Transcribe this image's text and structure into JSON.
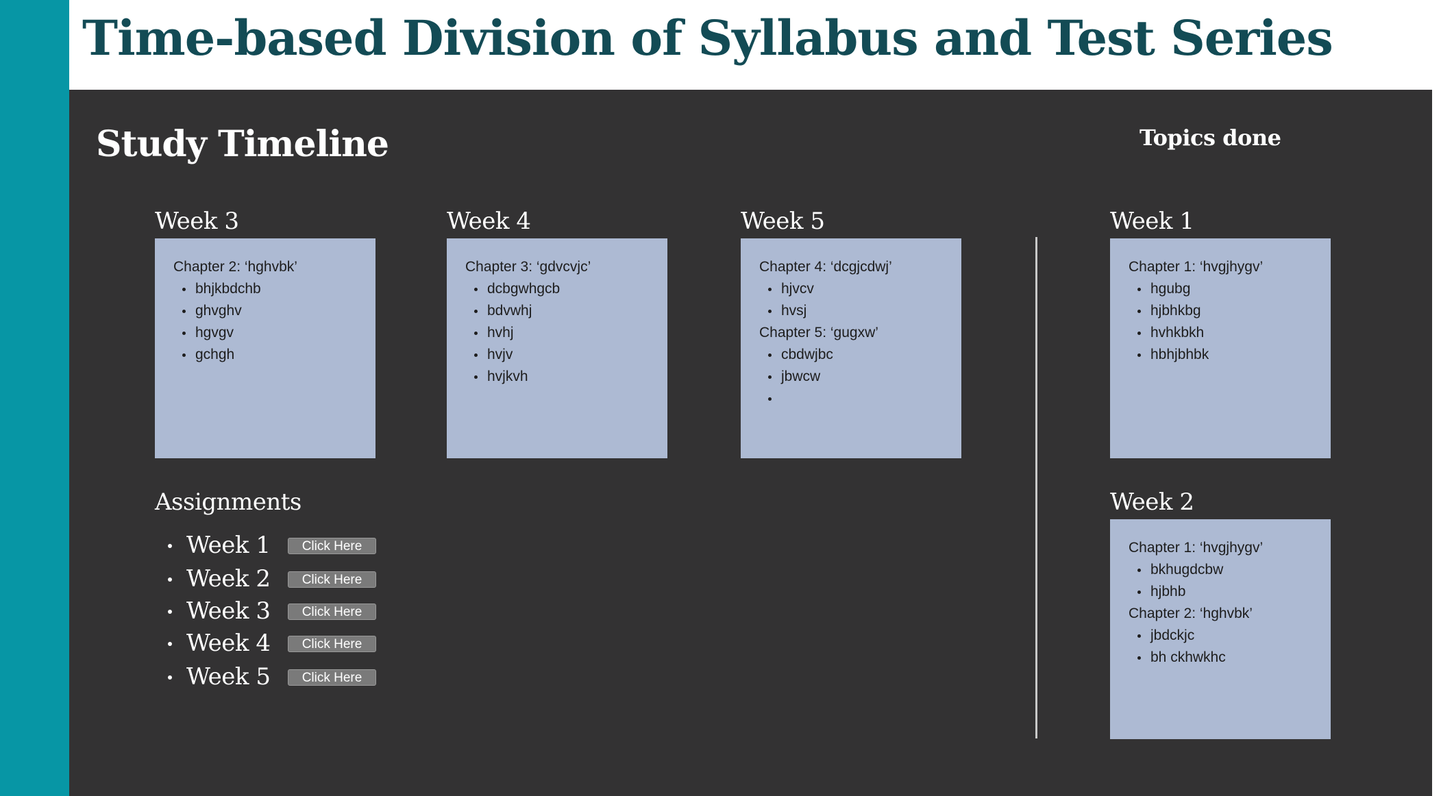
{
  "page": {
    "title": "Time-based Division of Syllabus and Test Series"
  },
  "board": {
    "title": "Study Timeline",
    "topics_done_label": "Topics done",
    "upcoming": [
      {
        "heading": "Week  3",
        "chapters": [
          {
            "title": "Chapter 2: ‘hghvbk’",
            "items": [
              "bhjkbdchb",
              "ghvghv",
              "hgvgv",
              "gchgh"
            ]
          }
        ]
      },
      {
        "heading": "Week  4",
        "chapters": [
          {
            "title": "Chapter 3: ‘gdvcvjc’",
            "items": [
              "dcbgwhgcb",
              "bdvwhj",
              "hvhj",
              "hvjv",
              "hvjkvh"
            ]
          }
        ]
      },
      {
        "heading": "Week 5",
        "chapters": [
          {
            "title": "Chapter 4: ‘dcgjcdwj’",
            "items": [
              "hjvcv",
              "hvsj"
            ]
          },
          {
            "title": "Chapter 5: ‘gugxw’",
            "items": [
              "cbdwjbc",
              "jbwcw",
              ""
            ]
          }
        ]
      }
    ],
    "done": [
      {
        "heading": "Week 1",
        "chapters": [
          {
            "title": "Chapter 1: ‘hvgjhygv’",
            "items": [
              "hgubg",
              "hjbhkbg",
              "hvhkbkh",
              "hbhjbhbk"
            ]
          }
        ]
      },
      {
        "heading": "Week 2",
        "chapters": [
          {
            "title": "Chapter 1: ‘hvgjhygv’",
            "items": [
              "bkhugdcbw",
              "hjbhb"
            ]
          },
          {
            "title": "Chapter 2: ‘hghvbk’",
            "items": [
              "jbdckjc",
              "bh ckhwkhc"
            ]
          }
        ]
      }
    ],
    "assignments": {
      "heading": "Assignments",
      "items": [
        {
          "week": "Week 1",
          "button": "Click Here"
        },
        {
          "week": "Week 2",
          "button": "Click Here"
        },
        {
          "week": "Week 3",
          "button": "Click Here"
        },
        {
          "week": "Week 4",
          "button": "Click Here"
        },
        {
          "week": "Week 5",
          "button": "Click Here"
        }
      ]
    }
  },
  "colors": {
    "accent_strip": "#0796a5",
    "title_text": "#134b55",
    "board_bg": "#333233",
    "card_bg": "#adbad3"
  }
}
